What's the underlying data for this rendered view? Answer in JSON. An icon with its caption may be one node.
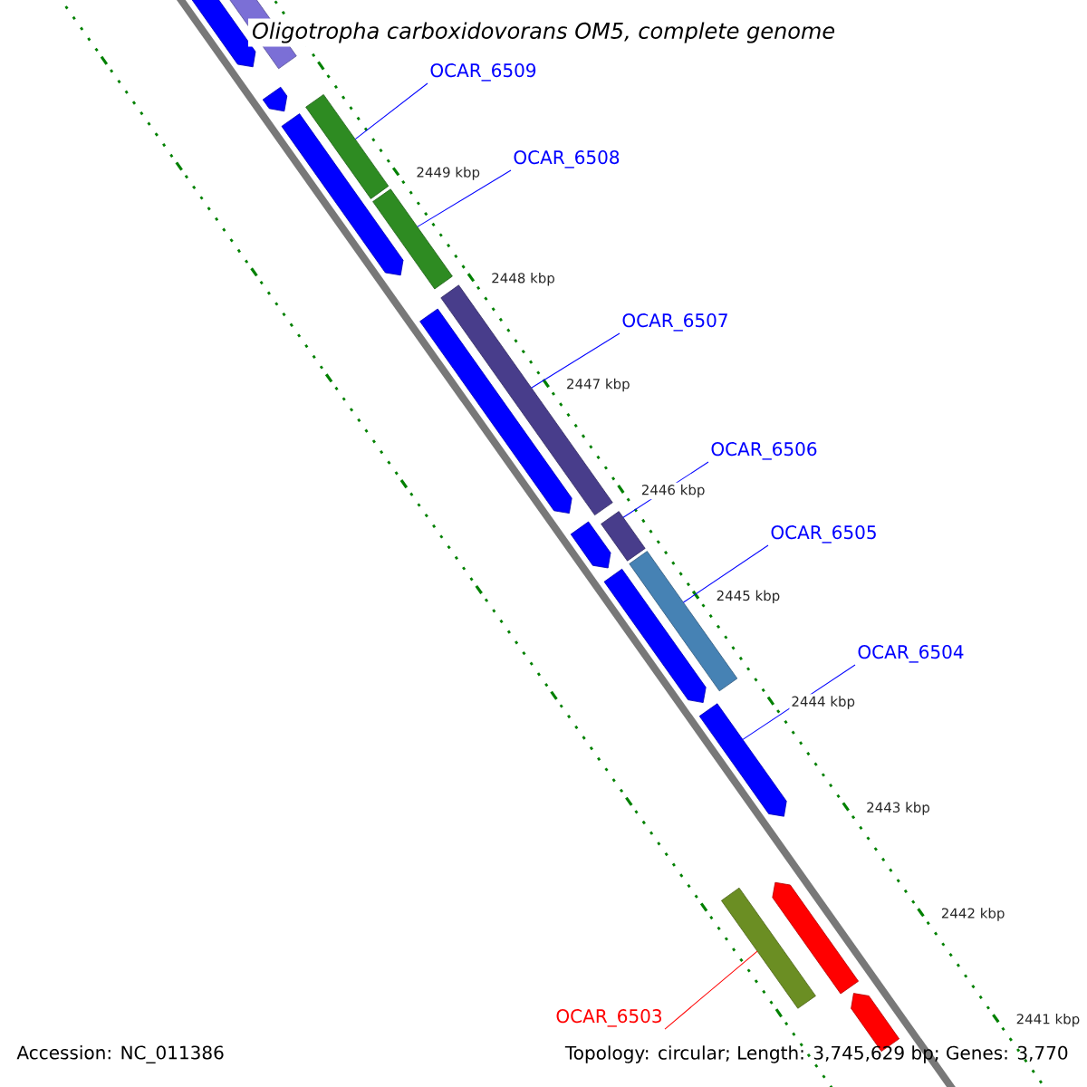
{
  "diagram": {
    "title": "Oligotropha carboxidovorans OM5, complete genome",
    "nodes": [
      {
        "text": [
          "OCAR_6509"
        ]
      },
      {
        "text": [
          "OCAR_6508"
        ]
      },
      {
        "text": [
          "OCAR_6507"
        ]
      },
      {
        "text": [
          "OCAR_6506"
        ]
      },
      {
        "text": [
          "OCAR_6505"
        ]
      },
      {
        "text": [
          "OCAR_6504"
        ]
      },
      {
        "text": [
          "OCAR_6503"
        ]
      },
      {
        "text": [],
        "shape": "arrow"
      },
      {
        "text": [],
        "shape": "bar"
      },
      {
        "text": [],
        "shape": "arrow"
      },
      {
        "text": [],
        "shape": "bar"
      },
      {
        "text": [],
        "shape": "arrow"
      },
      {
        "text": [],
        "shape": "bar"
      },
      {
        "text": [],
        "shape": "bar"
      },
      {
        "text": [],
        "shape": "arrow"
      },
      {
        "text": [],
        "shape": "arrow"
      },
      {
        "text": [],
        "shape": "bar"
      },
      {
        "text": [],
        "shape": "arrow"
      },
      {
        "text": [],
        "shape": "bar"
      },
      {
        "text": [],
        "shape": "arrow"
      },
      {
        "text": [],
        "shape": "bar"
      },
      {
        "text": [],
        "shape": "arrow"
      },
      {
        "text": [],
        "shape": "arrow"
      }
    ],
    "edges": [
      {
        "from": 0,
        "to": 10,
        "arrow": "none"
      },
      {
        "from": 1,
        "to": 12,
        "arrow": "none"
      },
      {
        "from": 2,
        "to": 13,
        "arrow": "none"
      },
      {
        "from": 3,
        "to": 16,
        "arrow": "none"
      },
      {
        "from": 4,
        "to": 18,
        "arrow": "none"
      },
      {
        "from": 5,
        "to": 19,
        "arrow": "none"
      },
      {
        "from": 6,
        "to": 20,
        "arrow": "none",
        "color": "#ff0000"
      }
    ],
    "labels": [
      "2449 kbp",
      "2448 kbp",
      "2447 kbp",
      "2446 kbp",
      "2445 kbp",
      "2444 kbp",
      "2443 kbp",
      "2442 kbp",
      "2441 kbp",
      "Accession: NC_011386",
      "Topology: circular; Length: 3,745,629 bp; Genes: 3,770"
    ]
  }
}
